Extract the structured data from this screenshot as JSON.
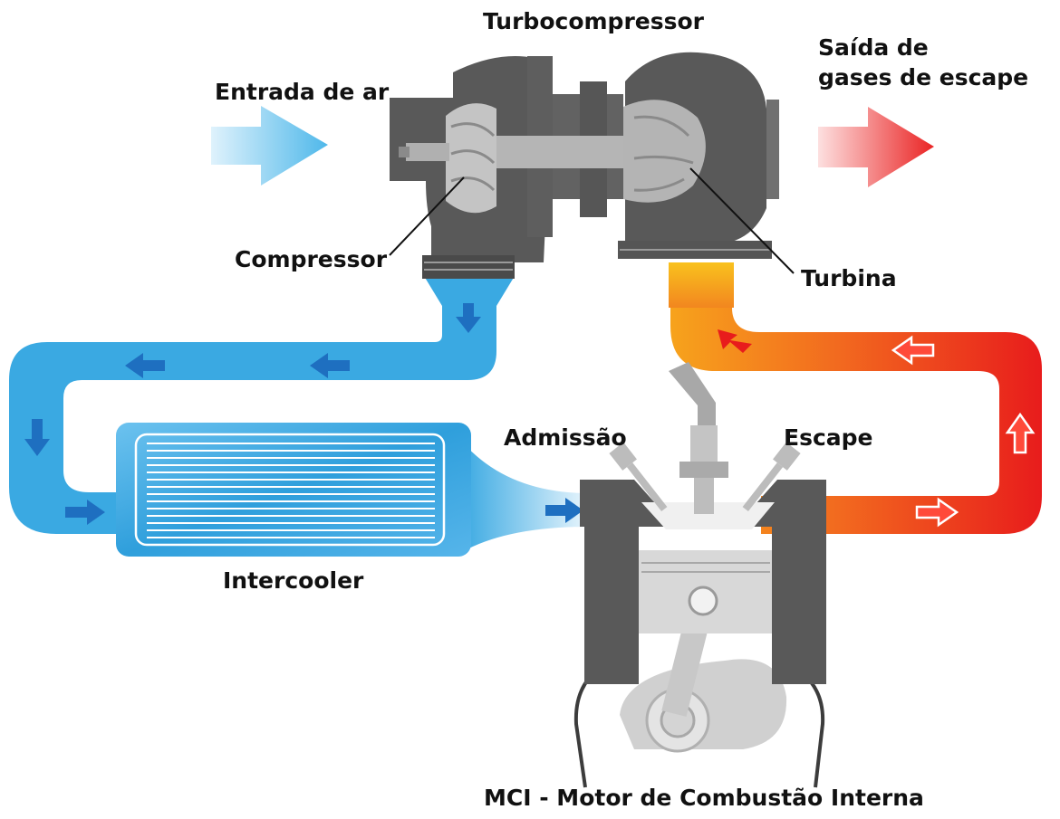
{
  "labels": {
    "turbocompressor": "Turbocompressor",
    "air_inlet": "Entrada de ar",
    "exhaust_outlet": "Saída de\ngases de escape",
    "compressor": "Compressor",
    "turbine": "Turbina",
    "intake": "Admissão",
    "exhaust": "Escape",
    "intercooler": "Intercooler",
    "engine": "MCI - Motor de Combustão Interna"
  },
  "colors": {
    "cold_air": "#3aa9e2",
    "cold_arrow": "#1e6fc0",
    "hot_gas": "#e8201e",
    "warm_gas": "#f7a21b",
    "metal_dark": "#5a5a5a",
    "metal_light": "#b8b8b8",
    "text": "#111111"
  }
}
